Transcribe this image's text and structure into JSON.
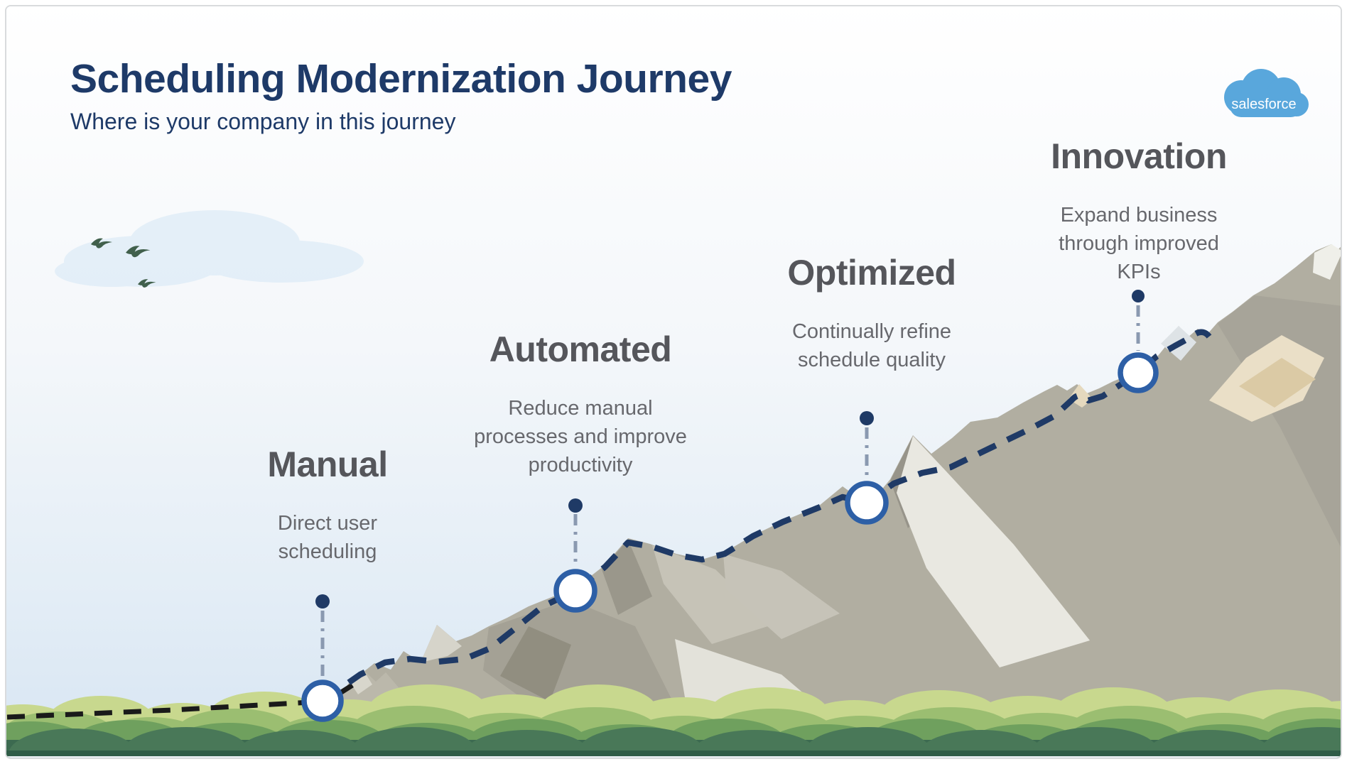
{
  "slide": {
    "title": "Scheduling Modernization Journey",
    "subtitle": "Where is your company in this journey",
    "brand": {
      "logo_text": "salesforce"
    }
  },
  "stages": [
    {
      "name": "Manual",
      "description": "Direct user scheduling"
    },
    {
      "name": "Automated",
      "description": "Reduce manual processes and improve productivity"
    },
    {
      "name": "Optimized",
      "description": "Continually refine schedule quality"
    },
    {
      "name": "Innovation",
      "description": "Expand business through improved KPIs"
    }
  ],
  "colors": {
    "title_navy": "#1E3A68",
    "heading_gray": "#55565B",
    "description_gray": "#67686D",
    "path_navy": "#1F3A66",
    "ground_path_black": "#1A1A1A",
    "marker_ring_blue": "#2D5FA6",
    "connector_gray_blue": "#8A99B0",
    "salesforce_blue": "#59A7DC"
  }
}
